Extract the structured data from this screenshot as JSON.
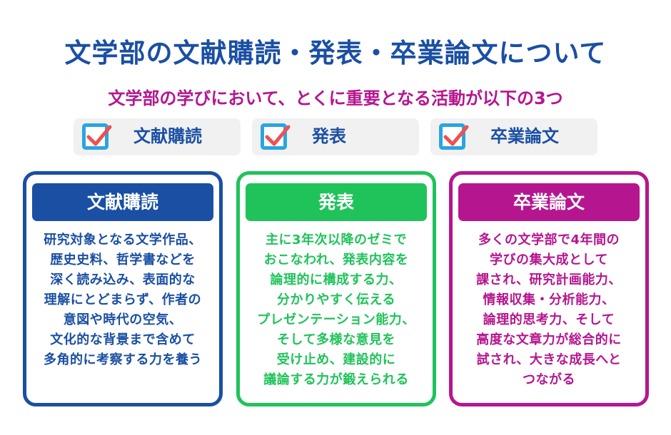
{
  "header": {
    "title": "文学部の文献購読・発表・卒業論文について",
    "subtitle": "文学部の学びにおいて、とくに重要となる活動が以下の3つ"
  },
  "checklist": [
    {
      "label": "文献購読",
      "icon": "checkbox-checked-icon"
    },
    {
      "label": "発表",
      "icon": "checkbox-checked-icon"
    },
    {
      "label": "卒業論文",
      "icon": "checkbox-checked-icon"
    }
  ],
  "cards": [
    {
      "title": "文献購読",
      "color": "#1a4fa3",
      "body": "研究対象となる文学作品、\n歴史史料、哲学書などを\n深く読み込み、表面的な\n理解にとどまらず、作者の\n意図や時代の空気、\n文化的な背景まで含めて\n多角的に考察する力を養う"
    },
    {
      "title": "発表",
      "color": "#1fc35a",
      "body": "主に3年次以降のゼミで\nおこなわれ、発表内容を\n論理的に構成する力、\n分かりやすく伝える\nプレゼンテーション能力、\nそして多様な意見を\n受け止め、建設的に\n議論する力が鍛えられる"
    },
    {
      "title": "卒業論文",
      "color": "#b5168f",
      "body": "多くの文学部で4年間の\n学びの集大成として\n課され、研究計画能力、\n情報収集・分析能力、\n論理的思考力、そして\n高度な文章力が総合的に\n試され、大きな成長へと\nつながる"
    }
  ],
  "colors": {
    "blue": "#1a4fa3",
    "green": "#1fc35a",
    "magenta": "#b5168f",
    "check_border": "#2aa5e0",
    "check_mark": "#f0504f",
    "pill_bg": "#f1f1f2"
  }
}
